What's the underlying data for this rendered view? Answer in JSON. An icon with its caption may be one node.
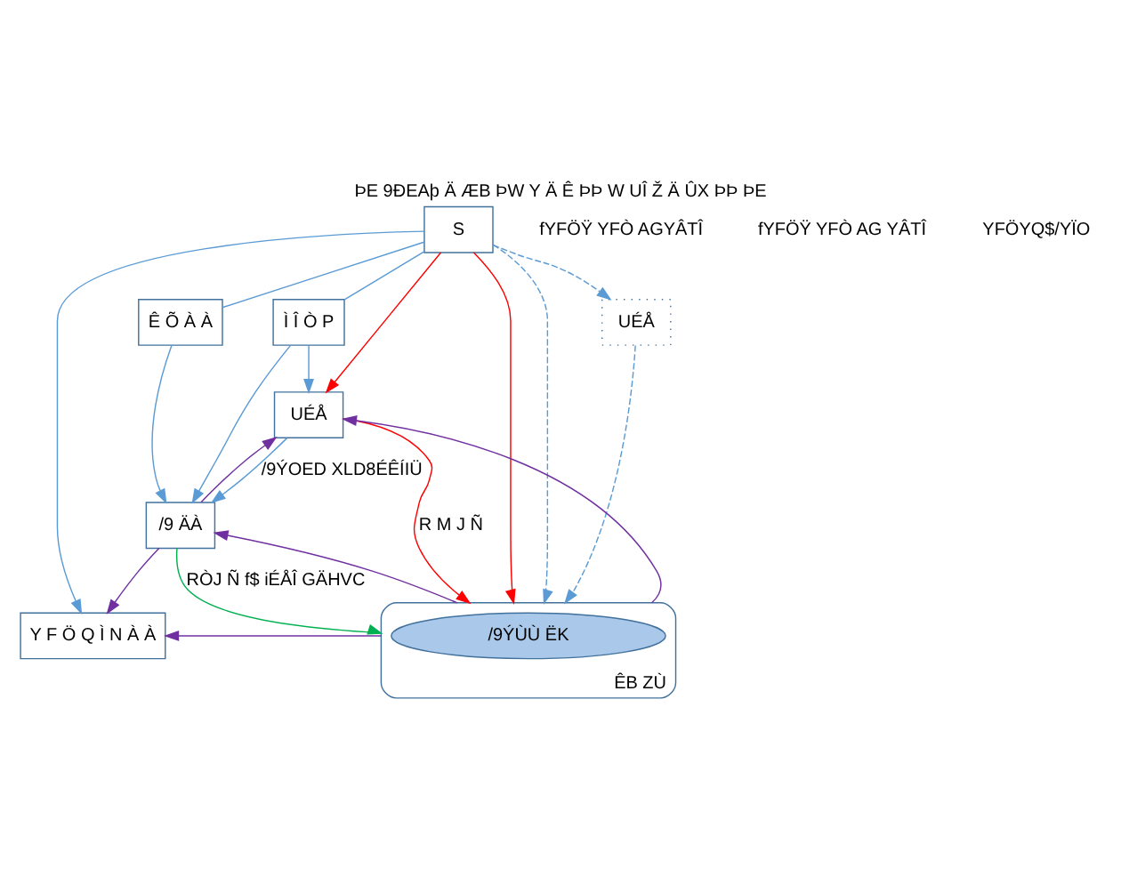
{
  "diagram": {
    "title": "ÞE 9ÐEAþ Ä ÆB ÞW Y Ä Ê ÞÞ W UÎ Ž Ä ÛX ÞÞ ÞE",
    "nodes": [
      {
        "text": [
          "S"
        ]
      },
      {
        "text": [
          "Ì Î Ò P"
        ]
      },
      {
        "text": [
          "Y F Ö Q Ì N À À"
        ]
      },
      {
        "text": [
          "Ê Õ À À"
        ]
      },
      {
        "text": [
          "UÉÅ"
        ]
      },
      {
        "text": [
          "UÉÅ"
        ]
      },
      {
        "text": [
          "/9 ÄÀ"
        ]
      },
      {
        "text": [
          "ÊB ZÙ"
        ]
      },
      {
        "text": [
          "/9ÝÙÙ ËK"
        ],
        "in": 7
      }
    ],
    "edges": [
      {
        "from": 0,
        "to": 2,
        "arrow": "to"
      },
      {
        "from": 0,
        "to": 1,
        "arrow": "none"
      },
      {
        "from": 1,
        "to": 4,
        "arrow": "to"
      },
      {
        "from": 0,
        "to": 4,
        "arrow": "to",
        "color": "#ff0000"
      },
      {
        "from": 0,
        "to": 3,
        "arrow": "none"
      },
      {
        "from": 0,
        "to": 7,
        "arrow": "to",
        "color": "#ff0000"
      },
      {
        "from": 0,
        "to": 7,
        "arrow": "to",
        "style": "dashed"
      },
      {
        "from": 0,
        "to": 5,
        "arrow": "to",
        "style": "dashed"
      },
      {
        "from": 5,
        "to": 7,
        "arrow": "to",
        "style": "dashed"
      },
      {
        "from": 1,
        "to": 6,
        "arrow": "to"
      },
      {
        "from": 4,
        "to": 6,
        "arrow": "to",
        "label": "/9ÝOED XLD8ÉÊÍIÜ"
      },
      {
        "from": 3,
        "to": 6,
        "arrow": "to"
      },
      {
        "from": 4,
        "to": 7,
        "arrow": "to",
        "label": "R M J Ñ",
        "color": "#ff0000"
      },
      {
        "from": 6,
        "to": 7,
        "arrow": "to",
        "label": "RÒJ Ñ f$ iÉÅÎ GÄHVC",
        "color": "#00b050"
      },
      {
        "from": 7,
        "to": 2,
        "arrow": "to",
        "color": "#7030a0"
      },
      {
        "from": 6,
        "to": 2,
        "arrow": "to",
        "color": "#7030a0"
      },
      {
        "from": 7,
        "to": 4,
        "arrow": "to",
        "color": "#7030a0"
      },
      {
        "from": 7,
        "to": 6,
        "arrow": "to",
        "color": "#7030a0"
      },
      {
        "from": 6,
        "to": 4,
        "arrow": "to",
        "color": "#7030a0"
      }
    ],
    "labels": [
      "fYFÖŸ YFÒ AGYÂTÎ",
      "fYFÖŸ YFÒ AG YÂTÎ",
      "YFÖYQ$/YÏO"
    ]
  }
}
